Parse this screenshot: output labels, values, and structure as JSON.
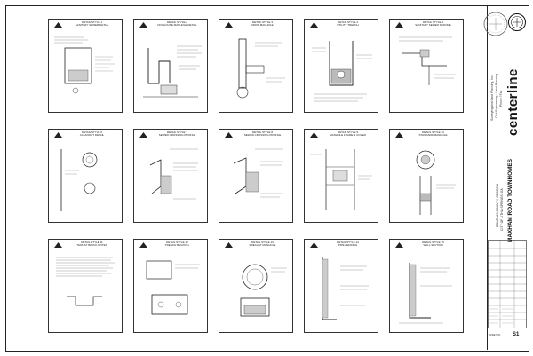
{
  "title_block": {
    "brand": "centerline",
    "brand_sub": [
      "Surveying and Land Planning, Inc.",
      "Civil Engineering · Land Planning",
      "Phone / Fax"
    ],
    "project": "MAXHAM ROAD TOWNHOMES",
    "project_sub": [
      "CITY OF LITHIA SPRINGS, GA",
      "DOUGLAS COUNTY, GEORGIA"
    ],
    "sheet_no": "S1",
    "sheet_label": "SHEET NO."
  },
  "details": [
    {
      "title": "DETAIL STYLE 1",
      "sub": "SANITARY SEWER DETAIL"
    },
    {
      "title": "DETAIL STYLE 2",
      "sub": "DOGHOUSE MANHOLE DETAIL"
    },
    {
      "title": "DETAIL STYLE 3",
      "sub": "DROP MANHOLE"
    },
    {
      "title": "DETAIL STYLE 4",
      "sub": "UTILITY TRENCH"
    },
    {
      "title": "DETAIL STYLE 5",
      "sub": "SANITARY SEWER SERVICE"
    },
    {
      "title": "DETAIL STYLE 6",
      "sub": "CLEANOUT DETAIL"
    },
    {
      "title": "DETAIL STYLE 7",
      "sub": "SEWER CROSSING PROFILE"
    },
    {
      "title": "DETAIL STYLE 8",
      "sub": "SEWER CROSSING PROFILE"
    },
    {
      "title": "DETAIL STYLE 9",
      "sub": "MANHOLE FRAME & COVER"
    },
    {
      "title": "DETAIL STYLE 10",
      "sub": "STANDARD MANHOLE"
    },
    {
      "title": "DETAIL STYLE 11",
      "sub": "THRUST BLOCK NOTES"
    },
    {
      "title": "DETAIL STYLE 12",
      "sub": "TRENCH BACKFILL"
    },
    {
      "title": "DETAIL STYLE 13",
      "sub": "PRECAST MANHOLE"
    },
    {
      "title": "DETAIL STYLE 14",
      "sub": "PIPE BEDDING"
    },
    {
      "title": "DETAIL STYLE 15",
      "sub": "WALL SECTION"
    }
  ]
}
